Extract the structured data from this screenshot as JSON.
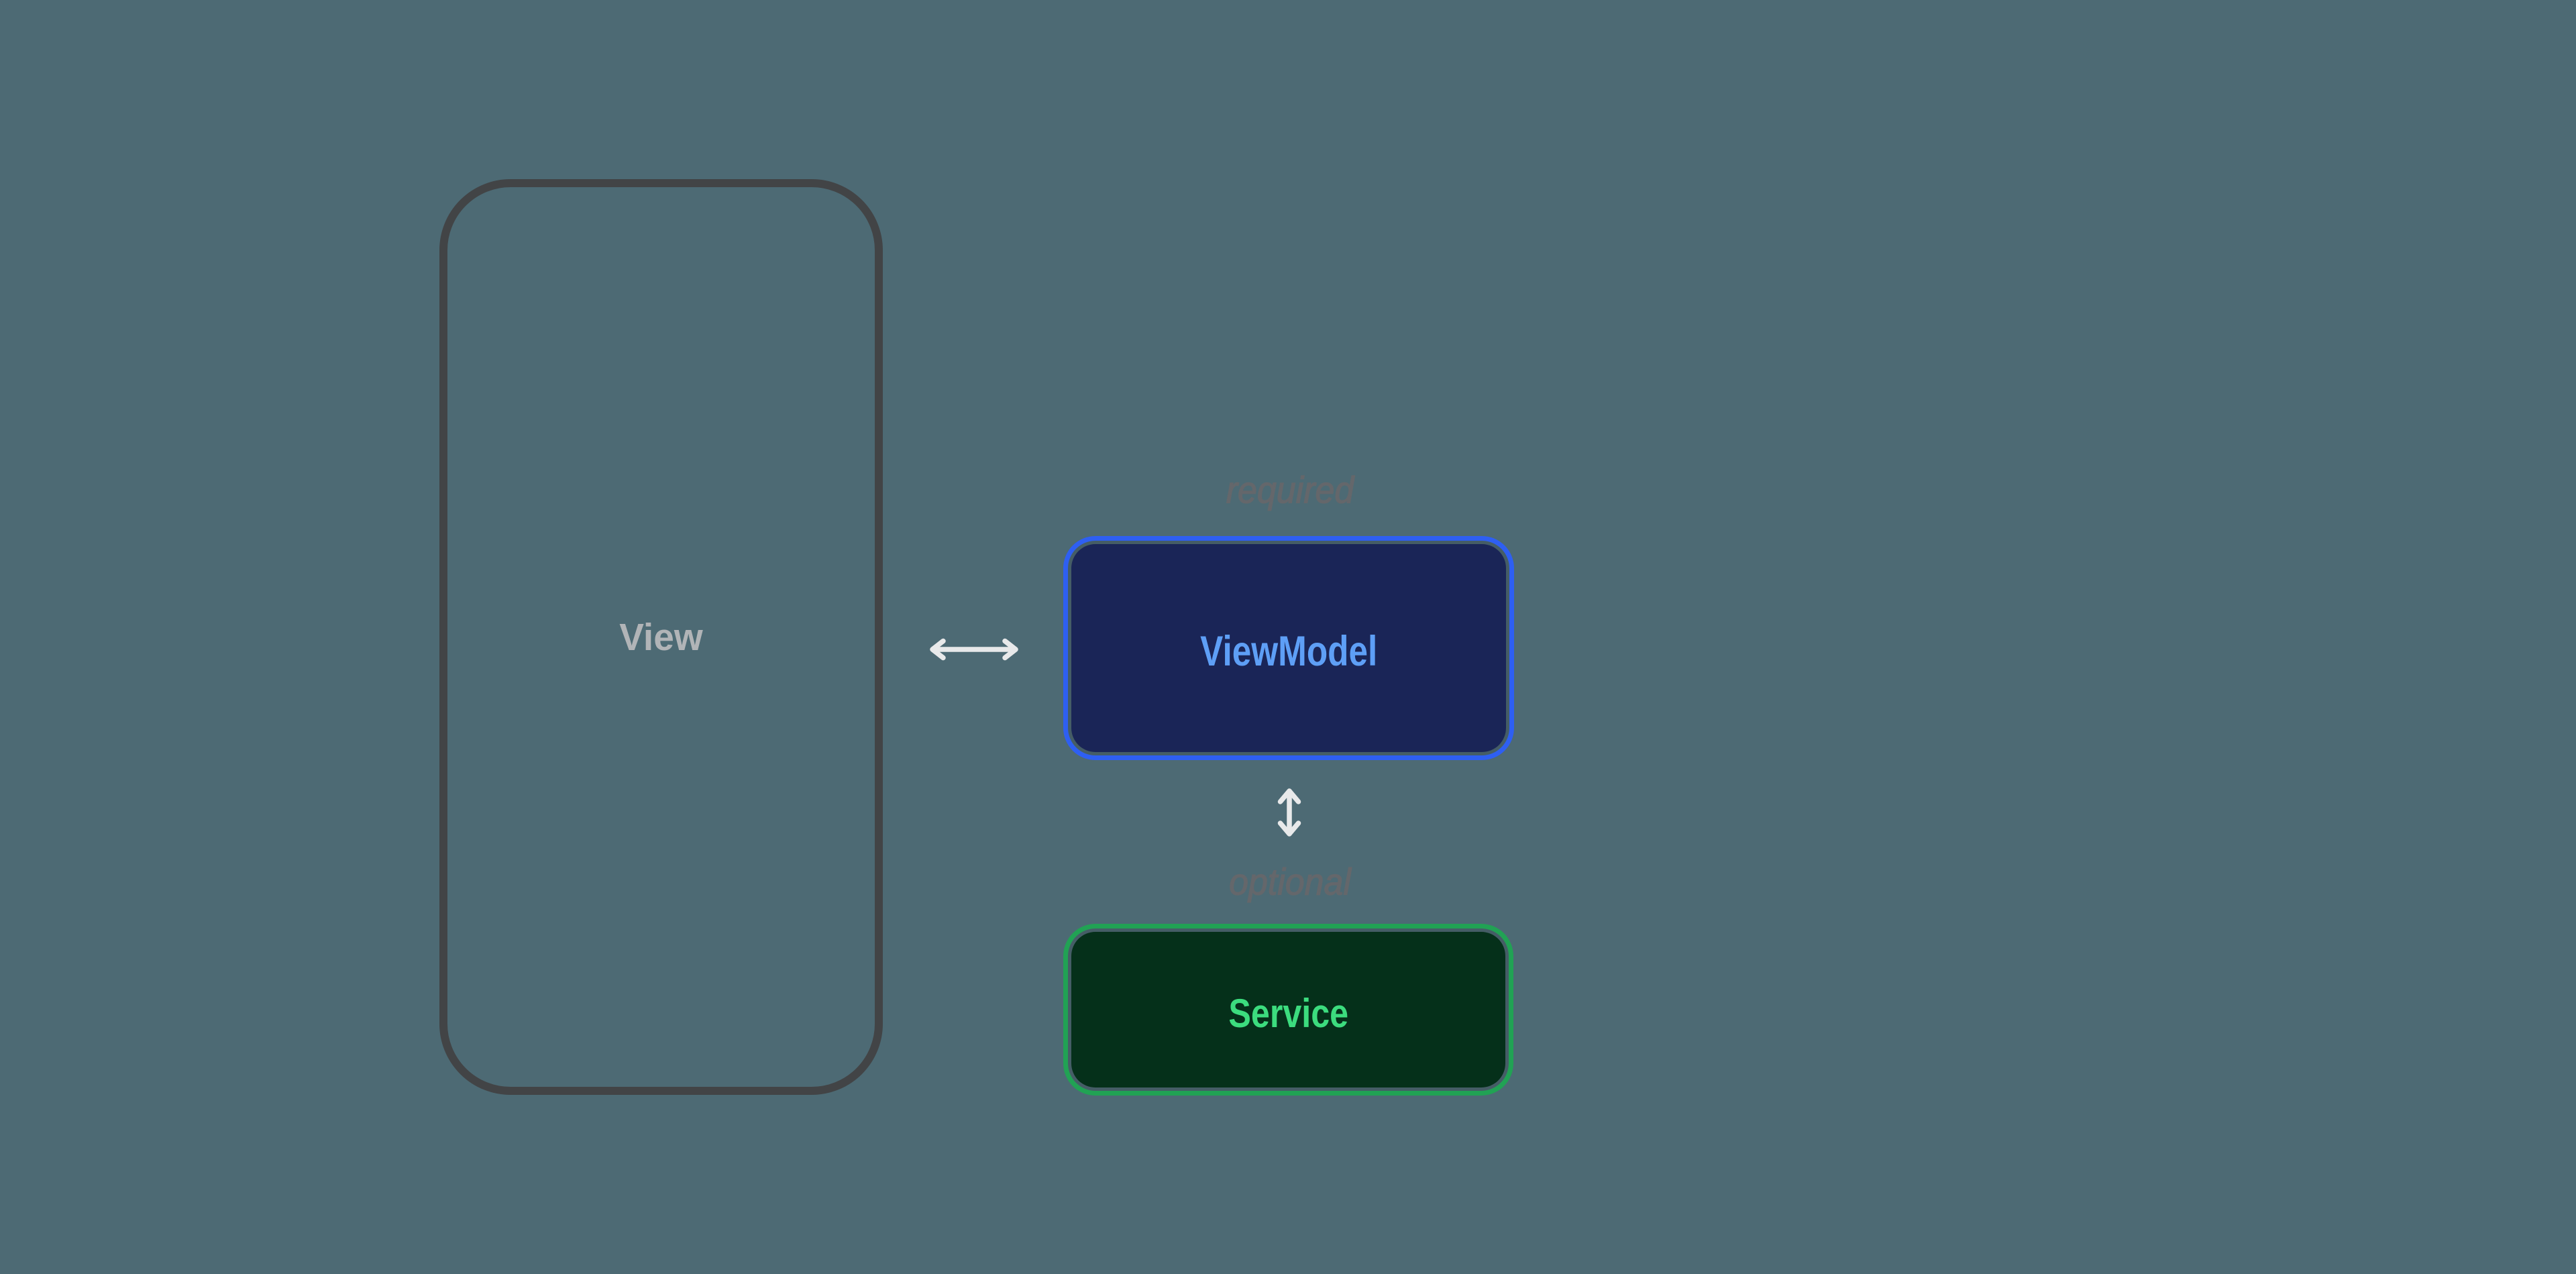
{
  "diagram": {
    "phone": {
      "label": "View"
    },
    "nodes": {
      "viewmodel": {
        "label": "ViewModel"
      },
      "service": {
        "label": "Service"
      }
    },
    "edges": {
      "view_viewmodel": {
        "label": "required"
      },
      "viewmodel_service": {
        "label": "optional"
      }
    }
  },
  "colors": {
    "background": "#4d6a74",
    "phone_border": "#424446",
    "view_text": "#b1b4b7",
    "edge_label_text": "#64676b",
    "arrow": "#e8e9ea",
    "viewmodel_fill": "#1a2557",
    "viewmodel_border": "#2e5ff2",
    "viewmodel_text": "#5e9ff6",
    "service_fill": "#05301a",
    "service_border": "#21a254",
    "service_text": "#3cdc7e"
  }
}
